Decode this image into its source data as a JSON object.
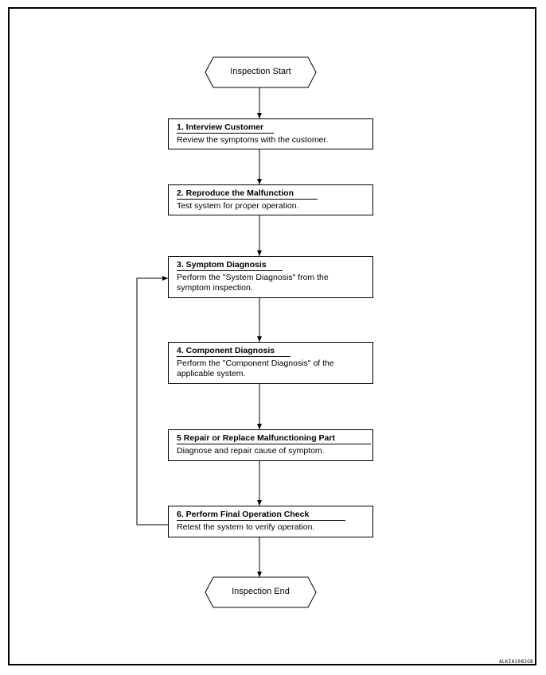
{
  "start_label": "Inspection Start",
  "end_label": "Inspection End",
  "steps": [
    {
      "title": "1. Interview Customer",
      "desc": "Review the symptoms with the customer."
    },
    {
      "title": "2. Reproduce the Malfunction",
      "desc": "Test system for proper operation."
    },
    {
      "title": "3. Symptom Diagnosis",
      "desc": "Perform the \"System Diagnosis\" from the symptom inspection."
    },
    {
      "title": "4. Component Diagnosis",
      "desc": "Perform the \"Component Diagnosis\" of the applicable system."
    },
    {
      "title": "5 Repair or Replace Malfunctioning Part",
      "desc": "Diagnose and repair cause of symptom."
    },
    {
      "title": "6. Perform Final Operation Check",
      "desc": "Retest the system to verify operation."
    }
  ],
  "figure_code": "ALKIA1982GB"
}
